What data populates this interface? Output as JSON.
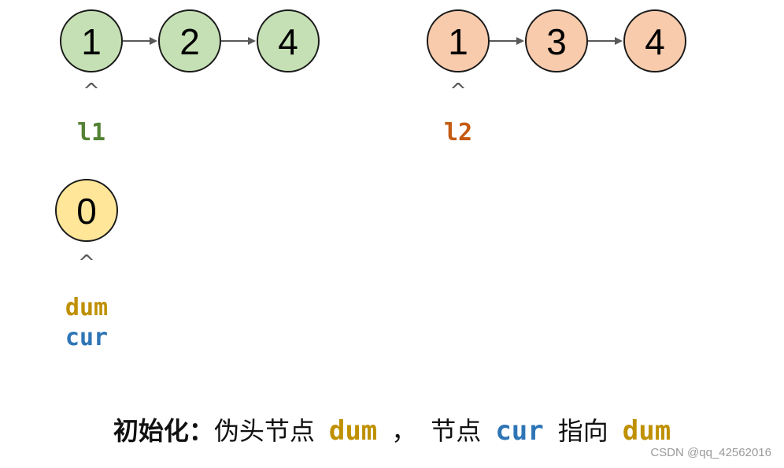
{
  "colors": {
    "l1_fill": "#c5e0b4",
    "l2_fill": "#f8cbad",
    "dum_fill": "#ffe699",
    "stroke": "#1a1a1a",
    "arrow": "#595959",
    "l1_text": "#548235",
    "l2_text": "#c55a11",
    "dum_text": "#bf9000",
    "cur_text": "#2e75b6"
  },
  "list1": {
    "nodes": [
      "1",
      "2",
      "4"
    ],
    "pointer_caret": "^",
    "pointer_label": "l1"
  },
  "list2": {
    "nodes": [
      "1",
      "3",
      "4"
    ],
    "pointer_caret": "^",
    "pointer_label": "l2"
  },
  "dummy": {
    "node": "0",
    "pointer_caret": "^",
    "pointer_labels": [
      "dum",
      "cur"
    ]
  },
  "caption": {
    "heading": "初始化：",
    "text1": "伪头节点",
    "code1": "dum",
    "sep": "，",
    "text2": "节点",
    "code2": "cur",
    "text3": "指向",
    "code3": "dum"
  },
  "watermark": "CSDN @qq_42562016"
}
